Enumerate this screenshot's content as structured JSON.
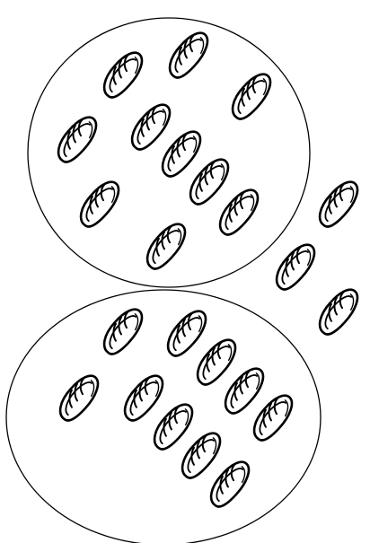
{
  "image": {
    "background": "#ffffff",
    "stroke_color": "#000000"
  },
  "groups": [
    {
      "name": "top-circle",
      "item_count": 10,
      "icon": "bread-loaf-icon"
    },
    {
      "name": "bottom-circle",
      "item_count": 10,
      "icon": "bread-loaf-icon"
    }
  ],
  "outside_items": {
    "item_count": 3,
    "icon": "bread-loaf-icon"
  }
}
